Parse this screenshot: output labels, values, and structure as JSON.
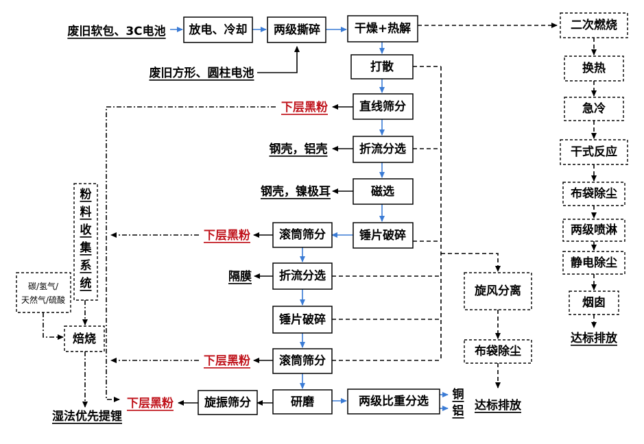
{
  "sources": {
    "soft_pack": "废旧软包、3C电池",
    "prismatic_cylindrical": "废旧方形、圆柱电池"
  },
  "main_line": {
    "discharge": "放电、冷却",
    "two_stage_shred": "两级撕碎",
    "dry_pyrolysis": "干燥+热解",
    "disperse": "打散",
    "linear_screen": "直线筛分",
    "deflect_sort_1": "折流分选",
    "magnetic_sort": "磁选",
    "hammer_crush_1": "锤片破碎",
    "drum_screen_1": "滚筒筛分",
    "deflect_sort_2": "折流分选",
    "hammer_crush_2": "锤片破碎",
    "drum_screen_2": "滚筒筛分",
    "grinding": "研磨",
    "vibro_screen": "旋振筛分",
    "gravity_sort": "两级比重分选"
  },
  "outputs": {
    "black_powder_1": "下层黑粉",
    "steel_al_shell": "钢壳，铝壳",
    "steel_ni_tab": "钢壳，镍极耳",
    "black_powder_2": "下层黑粉",
    "separator": "隔膜",
    "black_powder_3": "下层黑粉",
    "black_powder_4": "下层黑粉",
    "copper": "铜",
    "aluminum": "铝"
  },
  "gas_line": {
    "secondary_combustion": "二次燃烧",
    "heat_exchange": "换热",
    "quench": "急冷",
    "dry_reaction": "干式反应",
    "bag_dust_1": "布袋除尘",
    "two_stage_spray": "两级喷淋",
    "electrostatic_dust": "静电除尘",
    "chimney": "烟囱",
    "compliant_emission_1": "达标排放"
  },
  "dust_line": {
    "cyclone": "旋风分离",
    "bag_dust_2": "布袋除尘",
    "compliant_emission_2": "达标排放"
  },
  "powder_line": {
    "collection_system": [
      "粉",
      "料",
      "收",
      "集",
      "系",
      "统"
    ],
    "reagents_line1": "碳/氢气/",
    "reagents_line2": "天然气/硫酸",
    "roasting": "焙烧",
    "wet_lithium": "湿法优先提锂"
  },
  "colors": {
    "flow_arrow": "#3a7bd5",
    "highlight_text": "#c0141c",
    "line": "#000000"
  }
}
